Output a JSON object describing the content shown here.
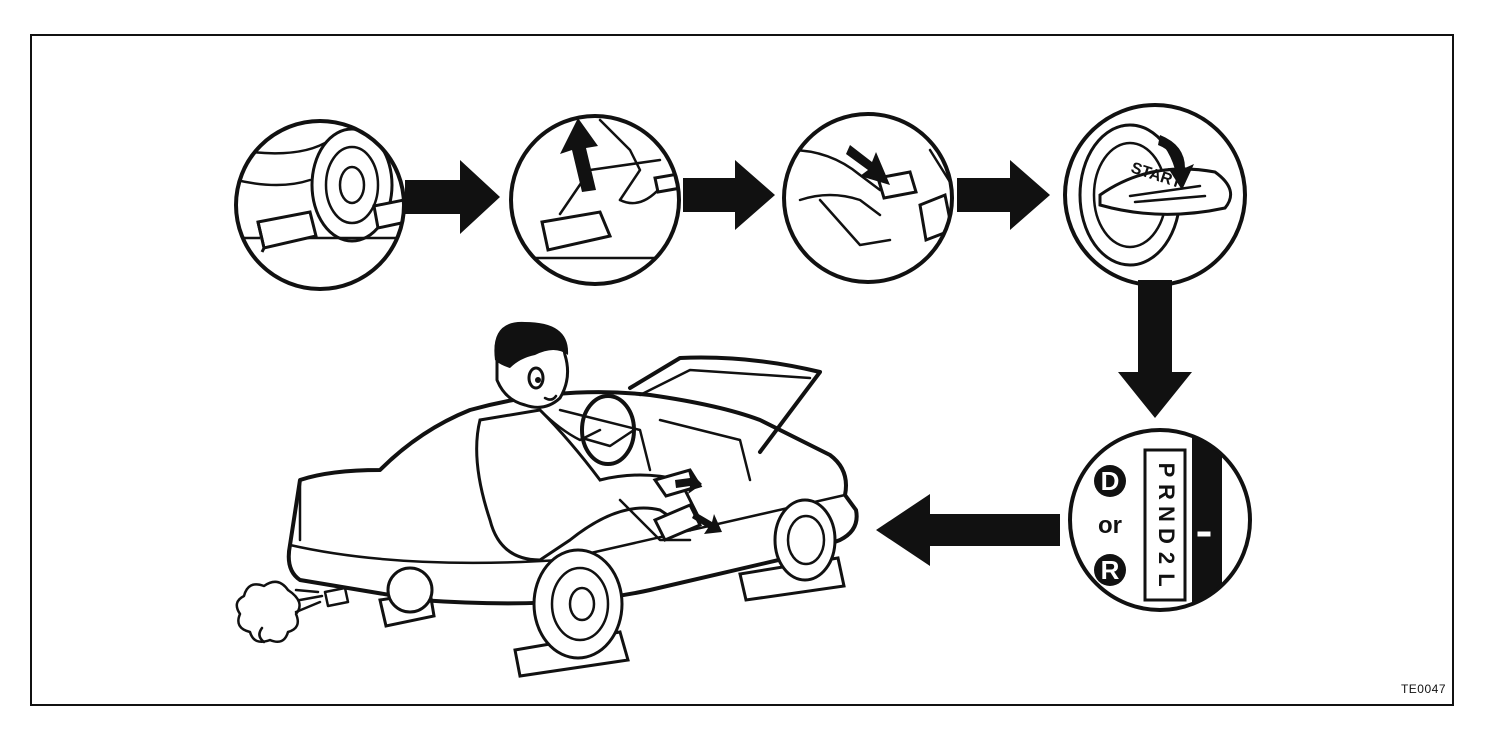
{
  "figure": {
    "code": "TE0047",
    "ignition_label": "START"
  },
  "shift_panel": {
    "left_top_letter": "D",
    "left_connector": "or",
    "left_bottom_letter": "R",
    "positions": [
      "P",
      "R",
      "N",
      "D",
      "2",
      "L"
    ]
  },
  "icons": {
    "step1": "wheel-chock-icon",
    "step2": "parking-brake-icon",
    "step3": "brake-pedal-icon",
    "step4": "ignition-key-icon",
    "step5": "shift-lever-icon",
    "step6": "car-engine-running-icon"
  },
  "colors": {
    "ink": "#111111",
    "paper": "#ffffff"
  }
}
